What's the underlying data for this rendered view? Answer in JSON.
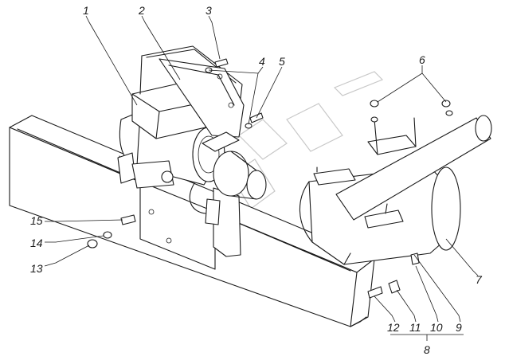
{
  "diagram": {
    "callouts": [
      {
        "id": "callout-1",
        "text": "1"
      },
      {
        "id": "callout-2",
        "text": "2"
      },
      {
        "id": "callout-3",
        "text": "3"
      },
      {
        "id": "callout-4",
        "text": "4"
      },
      {
        "id": "callout-5",
        "text": "5"
      },
      {
        "id": "callout-6",
        "text": "6"
      },
      {
        "id": "callout-7",
        "text": "7"
      },
      {
        "id": "callout-8",
        "text": "8"
      },
      {
        "id": "callout-9",
        "text": "9"
      },
      {
        "id": "callout-10",
        "text": "10"
      },
      {
        "id": "callout-11",
        "text": "11"
      },
      {
        "id": "callout-12",
        "text": "12"
      },
      {
        "id": "callout-13",
        "text": "13"
      },
      {
        "id": "callout-14",
        "text": "14"
      },
      {
        "id": "callout-15",
        "text": "15"
      }
    ]
  }
}
